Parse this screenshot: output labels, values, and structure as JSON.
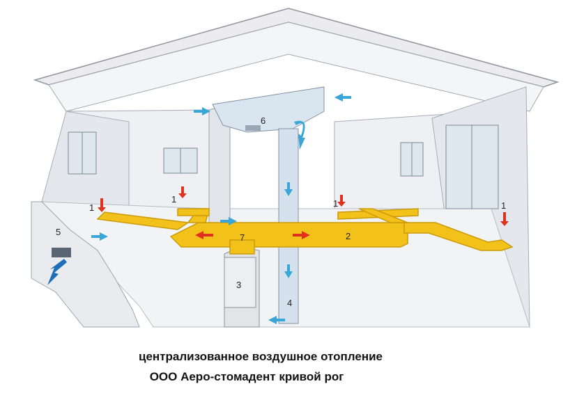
{
  "caption": {
    "line1": "централизованное воздушное отопление",
    "line2": "ООО Аеро-стомадент  кривой рог"
  },
  "labels": {
    "n1_left": "1",
    "n1_midleft": "1",
    "n1_midright": "1",
    "n1_right": "1",
    "n2": "2",
    "n3": "3",
    "n4": "4",
    "n5": "5",
    "n6": "6",
    "n7": "7"
  },
  "colors": {
    "duct": "#f2c21b",
    "duct_edge": "#c99a0a",
    "warm_arrow": "#e0301e",
    "cool_arrow": "#3aa6d8",
    "intake_arrow": "#1e6fb8",
    "wall": "#e9ebee",
    "wall_edge": "#9aa3ad",
    "roof": "#ececee"
  }
}
